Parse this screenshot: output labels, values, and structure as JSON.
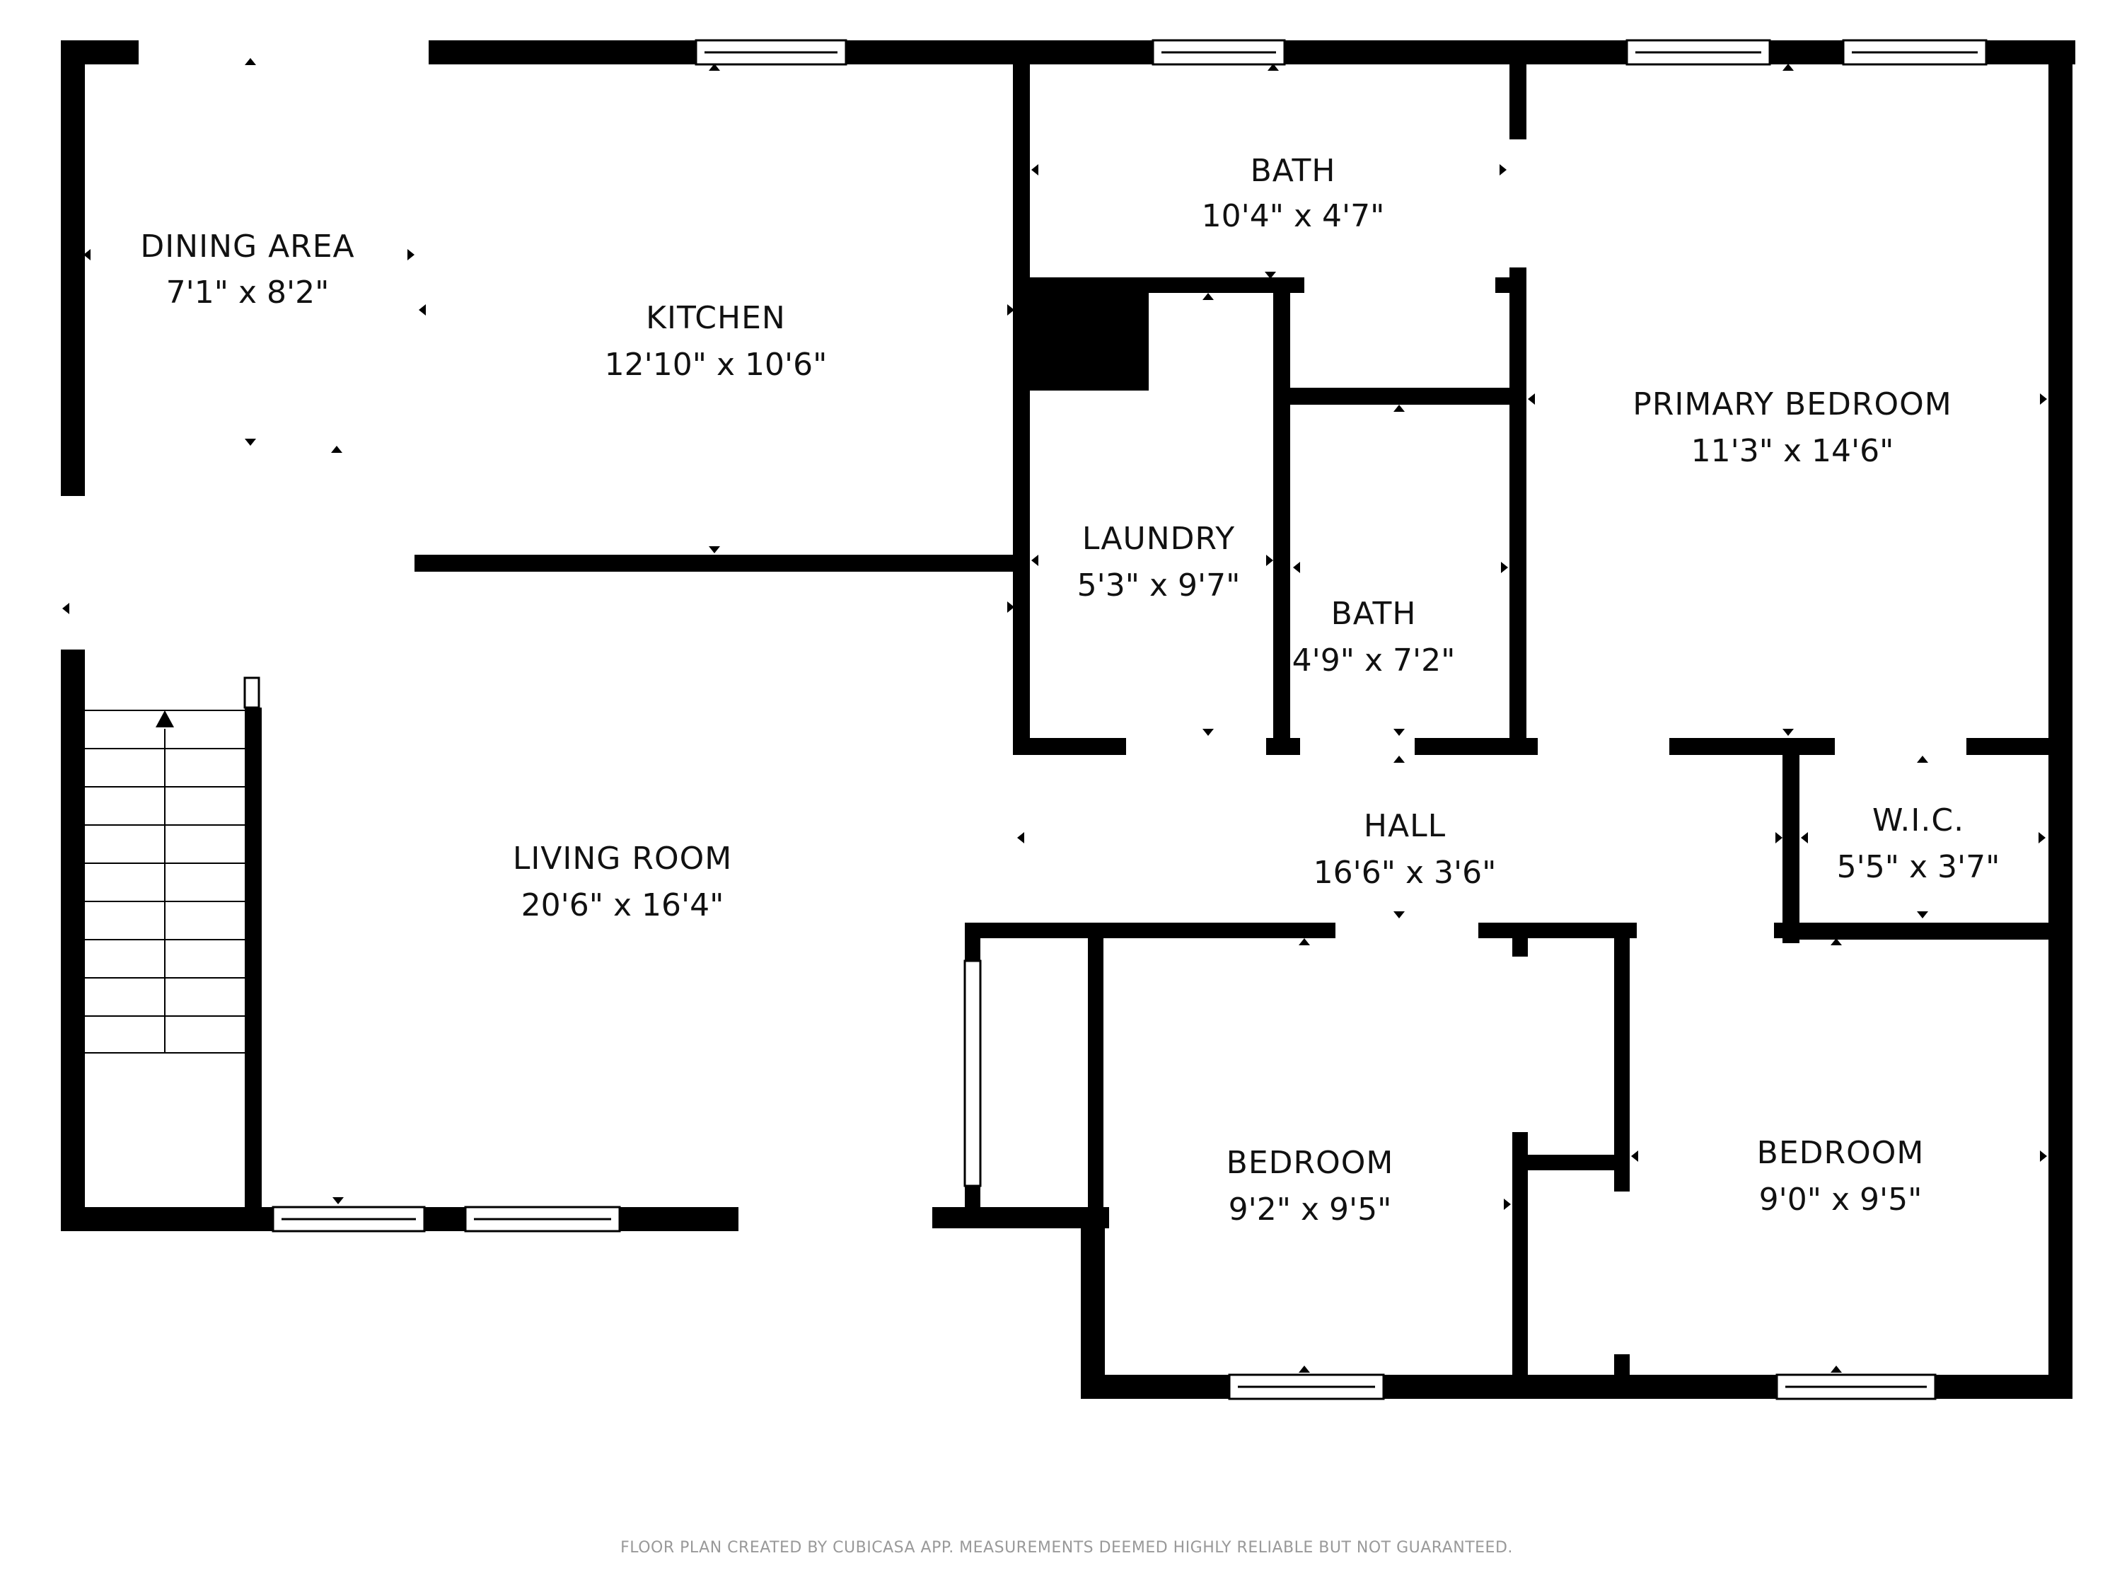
{
  "rooms": {
    "dining": {
      "name": "DINING AREA",
      "dims": "7'1\" x 8'2\""
    },
    "kitchen": {
      "name": "KITCHEN",
      "dims": "12'10\" x 10'6\""
    },
    "bath_top": {
      "name": "BATH",
      "dims": "10'4\" x 4'7\""
    },
    "primary": {
      "name": "PRIMARY BEDROOM",
      "dims": "11'3\" x 14'6\""
    },
    "laundry": {
      "name": "LAUNDRY",
      "dims": "5'3\" x 9'7\""
    },
    "bath_mid": {
      "name": "BATH",
      "dims": "4'9\" x 7'2\""
    },
    "living": {
      "name": "LIVING ROOM",
      "dims": "20'6\" x 16'4\""
    },
    "hall": {
      "name": "HALL",
      "dims": "16'6\" x 3'6\""
    },
    "wic": {
      "name": "W.I.C.",
      "dims": "5'5\" x 3'7\""
    },
    "bed_left": {
      "name": "BEDROOM",
      "dims": "9'2\" x 9'5\""
    },
    "bed_right": {
      "name": "BEDROOM",
      "dims": "9'0\" x 9'5\""
    }
  },
  "footer": "FLOOR PLAN CREATED BY CUBICASA APP. MEASUREMENTS DEEMED HIGHLY RELIABLE BUT NOT GUARANTEED.",
  "colors": {
    "wall": "#000000",
    "window": "#ffffff",
    "text": "#111111",
    "footer": "#999999"
  }
}
